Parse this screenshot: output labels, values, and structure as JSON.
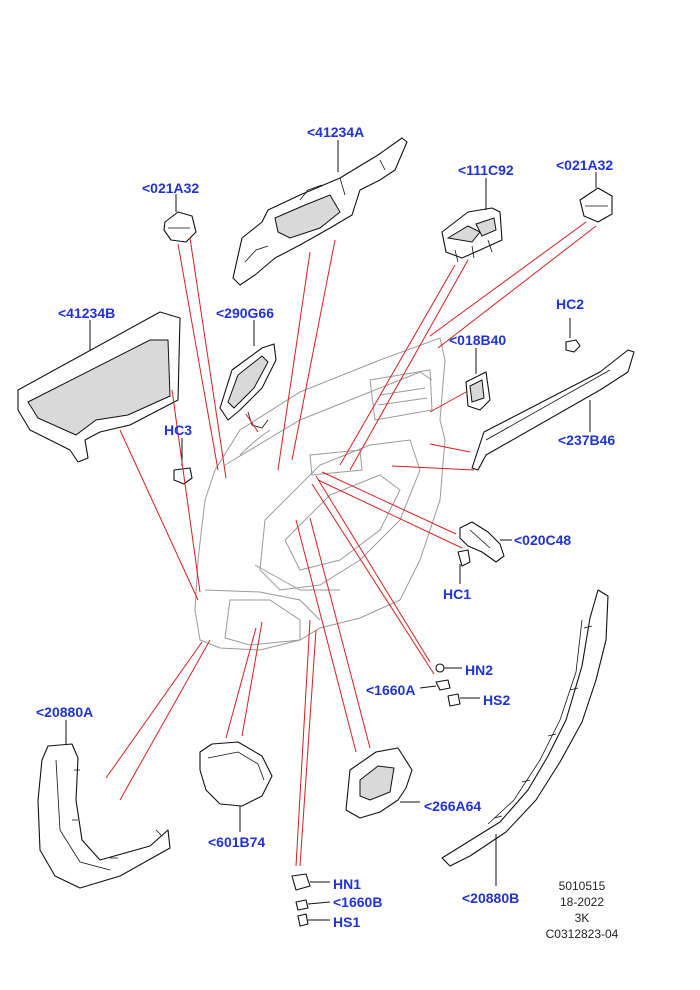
{
  "callouts": {
    "c41234A": "<41234A",
    "c021A32_left": "<021A32",
    "c111C92": "<111C92",
    "c021A32_right": "<021A32",
    "c41234B": "<41234B",
    "c290G66": "<290G66",
    "c018B40": "<018B40",
    "cHC2": "HC2",
    "cHC3": "HC3",
    "c237B46": "<237B46",
    "c020C48": "<020C48",
    "cHC1": "HC1",
    "cHN2": "HN2",
    "c1660A": "<1660A",
    "cHS2": "HS2",
    "c20880A": "<20880A",
    "c266A64": "<266A64",
    "c601B74": "<601B74",
    "c20880B": "<20880B",
    "cHN1": "HN1",
    "c1660B": "<1660B",
    "cHS1": "HS1"
  },
  "meta": {
    "line1": "5010515",
    "line2": "18-2022",
    "line3": "3K",
    "line4": "C0312823-04"
  },
  "colors": {
    "callout_text": "#1f33d6",
    "leader_lines": "#d81e1e",
    "outline": "#111111"
  }
}
